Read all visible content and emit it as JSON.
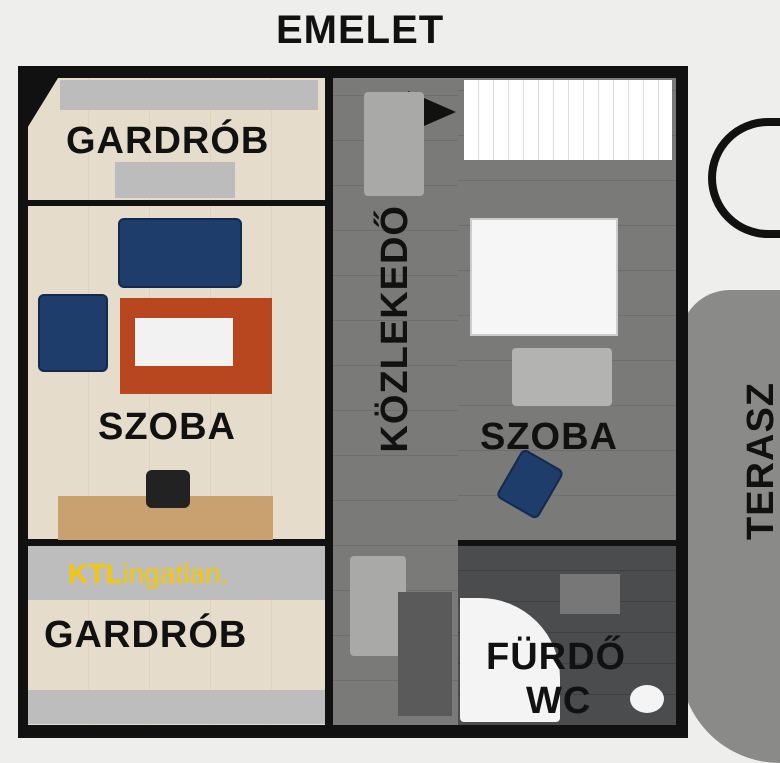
{
  "title": "EMELET",
  "rooms": {
    "gardrob_top": "GARDRÓB",
    "szoba_left": "SZOBA",
    "gardrob_bottom": "GARDRÓB",
    "kozlekedo": "KÖZLEKEDŐ",
    "szoba_right": "SZOBA",
    "furdo": "FÜRDŐ",
    "wc": "WC",
    "terasz": "TERASZ"
  },
  "logo": {
    "brand": "KTL",
    "suffix": "ingatlan."
  },
  "colors": {
    "logo": "#f5c800",
    "wall": "#111111"
  }
}
